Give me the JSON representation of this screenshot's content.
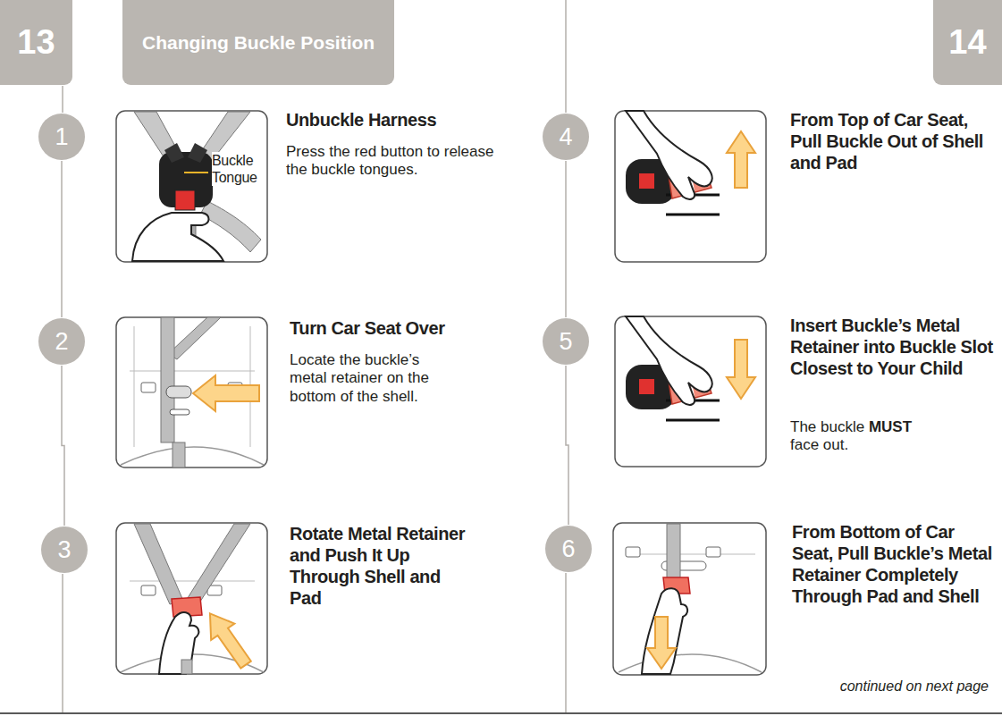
{
  "diagram": {
    "title": "Changing Buckle Position",
    "nodes": [
      {
        "text": [
          "13"
        ]
      },
      {
        "text": [
          "14"
        ]
      },
      {
        "text": [
          "1"
        ]
      },
      {
        "text": [
          "2"
        ]
      },
      {
        "text": [
          "3"
        ]
      },
      {
        "text": [
          "4"
        ]
      },
      {
        "text": [
          "5"
        ]
      },
      {
        "text": [
          "6"
        ]
      }
    ],
    "edges": [
      {
        "from": 2,
        "to": 3,
        "arrow": "none"
      },
      {
        "from": 3,
        "to": 4,
        "arrow": "none"
      },
      {
        "from": 5,
        "to": 6,
        "arrow": "none"
      },
      {
        "from": 6,
        "to": 7,
        "arrow": "none"
      }
    ],
    "labels": [
      "Unbuckle Harness",
      "Press the red button to release the buckle tongues.",
      "Buckle Tongue",
      "Turn Car Seat Over",
      "Locate the buckle’s metal retainer on the bottom of the shell.",
      "Rotate Metal Retainer and Push It Up Through Shell and Pad",
      "From Top of Car Seat, Pull Buckle Out of Shell and Pad",
      "Insert Buckle’s Metal Retainer into Buckle Slot Closest to Your Child",
      "The buckle",
      "MUST",
      "face out.",
      "From Bottom of Car Seat, Pull Buckle’s Metal Retainer Completely Through Pad and Shell",
      "continued on next page"
    ]
  }
}
